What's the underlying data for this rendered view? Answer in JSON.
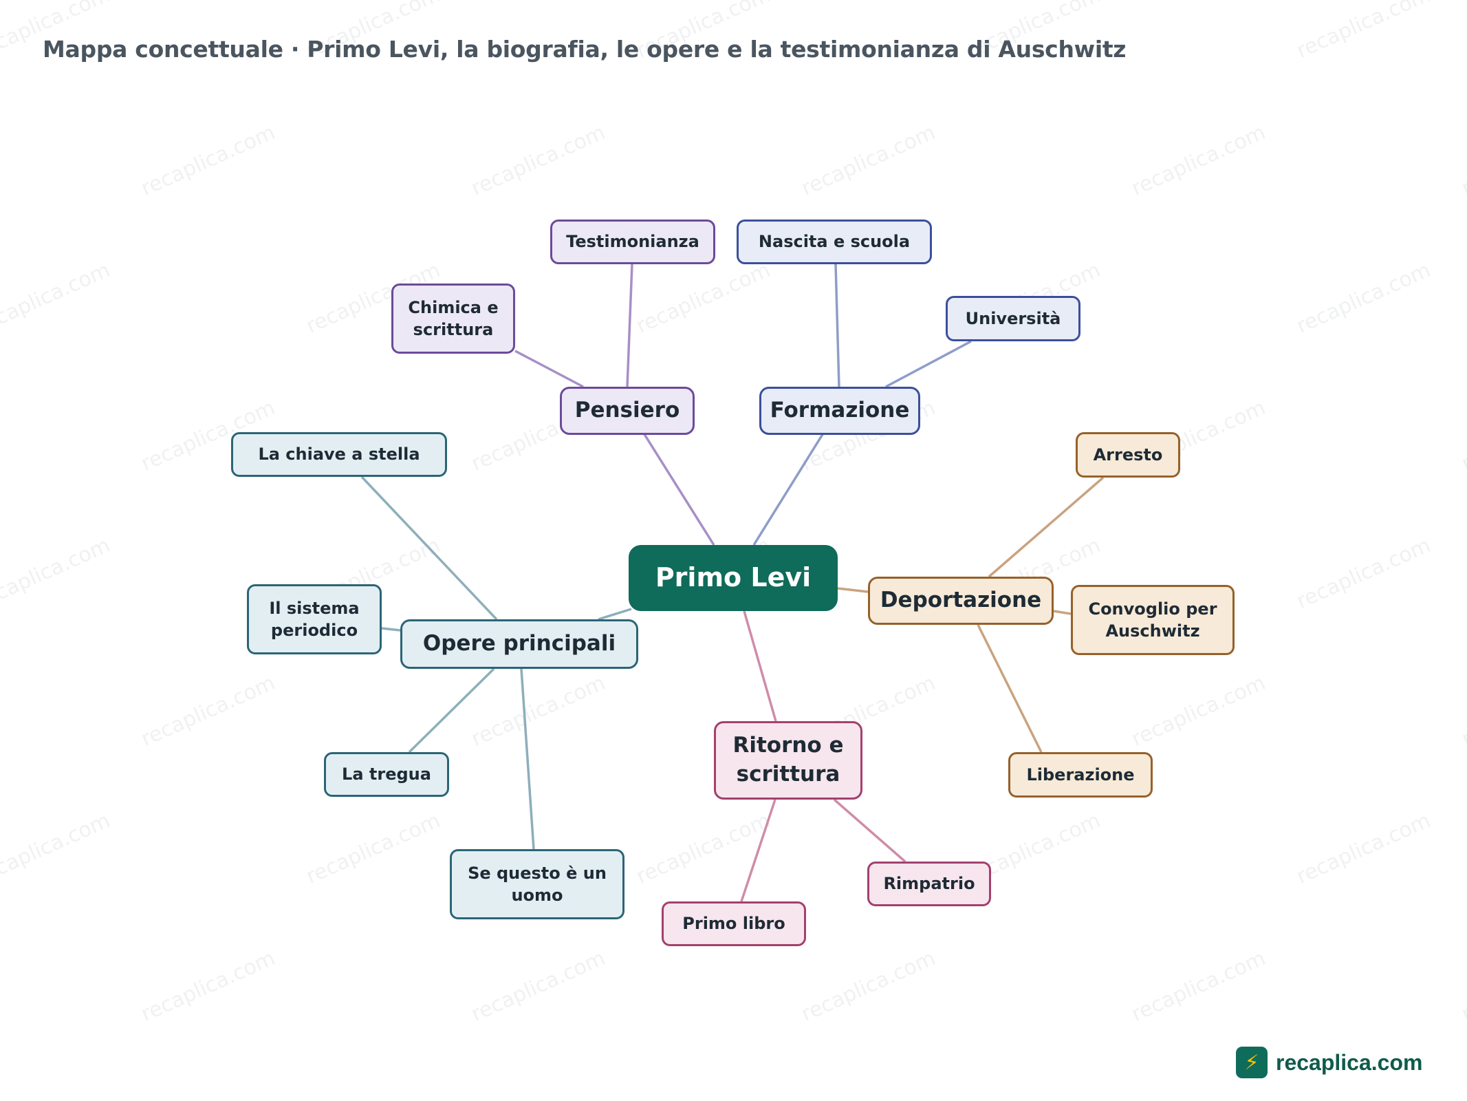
{
  "title": "Mappa concettuale · Primo Levi, la biografia, le opere e la testimonianza di Auschwitz",
  "watermark_text": "recaplica.com",
  "brand": {
    "name": "recaplica.com",
    "icon": "lightning-bolt-icon"
  },
  "map": {
    "root": "Primo Levi",
    "pensiero": {
      "label": "Pensiero",
      "leaves": [
        "Testimonianza",
        "Chimica e scrittura"
      ]
    },
    "formazione": {
      "label": "Formazione",
      "leaves": [
        "Nascita e scuola",
        "Università"
      ]
    },
    "deportazione": {
      "label": "Deportazione",
      "leaves": [
        "Arresto",
        "Convoglio per Auschwitz",
        "Liberazione"
      ]
    },
    "ritorno": {
      "label": "Ritorno e scrittura",
      "leaves": [
        "Rimpatrio",
        "Primo libro"
      ]
    },
    "opere": {
      "label": "Opere principali",
      "leaves": [
        "La chiave a stella",
        "Il sistema periodico",
        "La tregua",
        "Se questo è un uomo"
      ]
    }
  },
  "colors": {
    "root": "#0f6b5a",
    "pensiero": "#6b4a9a",
    "formazione": "#3b4f9b",
    "deportazione": "#96612a",
    "ritorno": "#a3406e",
    "opere": "#2a6576"
  }
}
